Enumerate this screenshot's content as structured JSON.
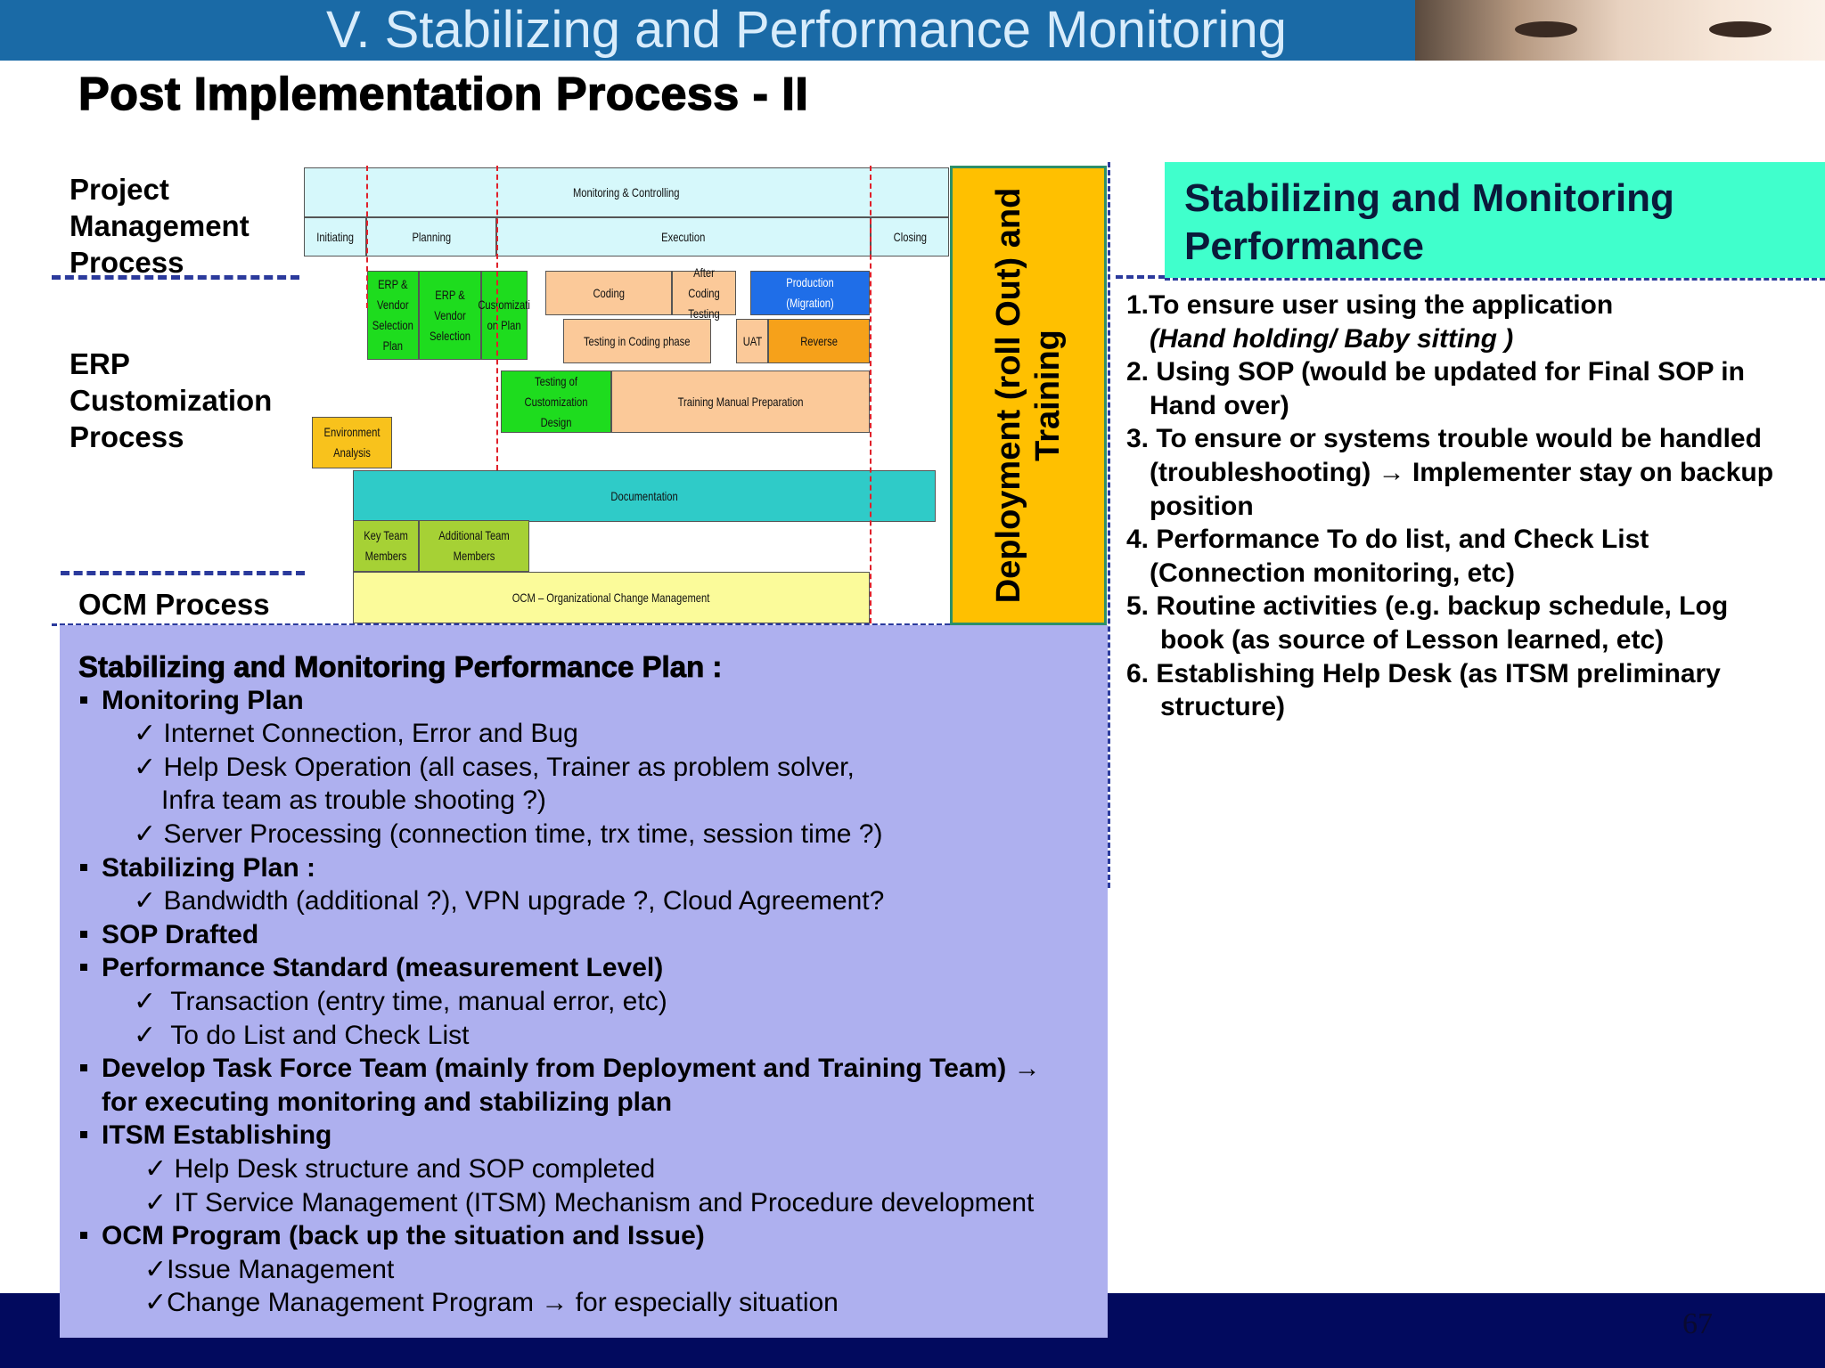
{
  "header": {
    "title": "V. Stabilizing and Performance Monitoring",
    "subtitle": "Post Implementation Process - II"
  },
  "colors": {
    "header_bar": "#1a6aa6",
    "bottom_bar": "#020a5e",
    "deployment": "#ffc000",
    "stab_header": "#40ffcc",
    "plan_box": "#aeb0ef"
  },
  "processes": {
    "project_management": "Project Management Process",
    "erp_customization": "ERP Customization Process",
    "ocm": "OCM  Process"
  },
  "gantt": {
    "monitoring": "Monitoring & Controlling",
    "initiating": "Initiating",
    "planning": "Planning",
    "execution": "Execution",
    "closing": "Closing",
    "erp_vendor_selection_plan": "ERP & Vendor Selection Plan",
    "erp_vendor_selection": "ERP & Vendor Selection",
    "customization_plan": "Customizati on Plan",
    "coding": "Coding",
    "after_coding_testing": "After Coding Testing",
    "production_migration": "Production (Migration)",
    "testing_in_coding": "Testing in Coding phase",
    "uat": "UAT",
    "reverse": "Reverse",
    "testing_customization_design": "Testing of Customization Design",
    "training_manual": "Training Manual Preparation",
    "environment_analysis": "Environment Analysis",
    "documentation": "Documentation",
    "key_team": "Key Team Members",
    "additional_team": "Additional Team Members",
    "ocm_bar": "OCM – Organizational Change Management"
  },
  "deployment": {
    "label": "Deployment (roll Out) and Training"
  },
  "right_panel": {
    "title": "Stabilizing and Monitoring Performance",
    "items": [
      {
        "a": "1.To ensure user using the application",
        "b": "(Hand holding/ Baby sitting )"
      },
      {
        "a": "2. Using SOP  (would be updated for Final SOP in",
        "b": "Hand over)"
      },
      {
        "a": "3. To ensure or systems trouble would be handled",
        "b": "(troubleshooting) → Implementer stay on backup",
        "c": "position"
      },
      {
        "a": "4. Performance To do list, and Check List",
        "b": "(Connection monitoring, etc)"
      },
      {
        "a": "5. Routine activities (e.g. backup schedule, Log",
        "b": "book (as source of Lesson learned, etc)"
      },
      {
        "a": "6. Establishing Help Desk  (as ITSM  preliminary",
        "b": "structure)"
      }
    ]
  },
  "plan": {
    "title": "Stabilizing and Monitoring Performance Plan :",
    "monitoring_plan": "Monitoring Plan",
    "mp1": "Internet Connection, Error and Bug",
    "mp2a": "Help Desk Operation (all cases, Trainer as problem solver,",
    "mp2b": "Infra team as trouble shooting ?)",
    "mp3": "Server Processing (connection time, trx time, session time ?)",
    "stabilizing_plan": "Stabilizing Plan :",
    "sp1": "Bandwidth (additional ?), VPN upgrade ?, Cloud Agreement?",
    "sop_drafted": "SOP Drafted",
    "performance_standard": "Performance  Standard (measurement Level)",
    "ps1": "Transaction (entry time, manual error, etc)",
    "ps2": "To do List and Check List",
    "task_force_a": "Develop Task Force Team (mainly from Deployment and Training Team) →",
    "task_force_b": "for executing monitoring and stabilizing plan",
    "itsm": "ITSM Establishing",
    "itsm1": "Help Desk  structure and SOP completed",
    "itsm2": "IT Service Management (ITSM) Mechanism  and Procedure  development",
    "ocm_program": "OCM Program (back up the situation and Issue)",
    "ocm1": "Issue Management",
    "ocm2": "Change Management Program → for especially situation"
  },
  "footer": {
    "page": "67"
  }
}
